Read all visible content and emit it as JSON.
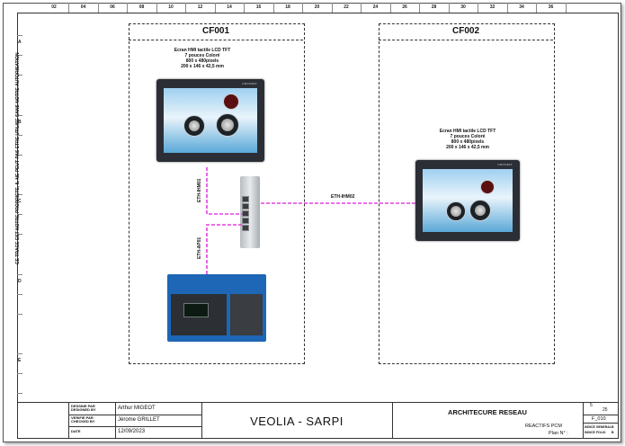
{
  "columns": [
    "02",
    "04",
    "06",
    "08",
    "10",
    "12",
    "14",
    "16",
    "18",
    "20",
    "22",
    "24",
    "26",
    "28",
    "30",
    "32",
    "34",
    "36"
  ],
  "rows": [
    "A",
    "B",
    "C",
    "D",
    "E"
  ],
  "vertical_notice": "CE TRACE EST NOTRE PROPRIETE, IL NE PEUT PAS ETRE UTILISE SANS NOTRE AUTORISATION",
  "cabinets": {
    "left": {
      "title": "CF001",
      "hmi_spec": [
        "Ecran HMI tactile LCD TFT",
        "7 pouces Coloré",
        "800 x 480pixels",
        "200 x 146 x 42,5 mm"
      ]
    },
    "right": {
      "title": "CF002",
      "hmi_spec": [
        "Ecran HMI tactile LCD TFT",
        "7 pouces Coloré",
        "800 x 480pixels",
        "200 x 146 x 42,5 mm"
      ]
    }
  },
  "hmi_brand": "CROUZET",
  "links": {
    "hmi01": "ETH-IHM01",
    "ap01": "ETH-AP01",
    "hmi02": "ETH-IHM02"
  },
  "link_color": "#e040e0",
  "title_block": {
    "designed_by_label": "DESSINE PAR\nDESIGNED BY",
    "designed_by": "Arthur MIGEOT",
    "checked_by_label": "VERIFIE PAR\nCHECKED BY",
    "checked_by": "Jérome GRILLET",
    "date_label": "DATE",
    "date": "12/09/2023",
    "client": "VEOLIA - SARPI",
    "drawing_title": "ARCHITECURE RESEAU",
    "project": "REACTIFS PCM",
    "plan_label": "Plan N° :",
    "sheet_no": "5",
    "total_sheets": "25",
    "folio": "F_010",
    "indice_general_label": "INDICE GENERAL",
    "indice_general": "B",
    "indice_folio_label": "INDICE FOLIO",
    "indice_folio": "B"
  }
}
